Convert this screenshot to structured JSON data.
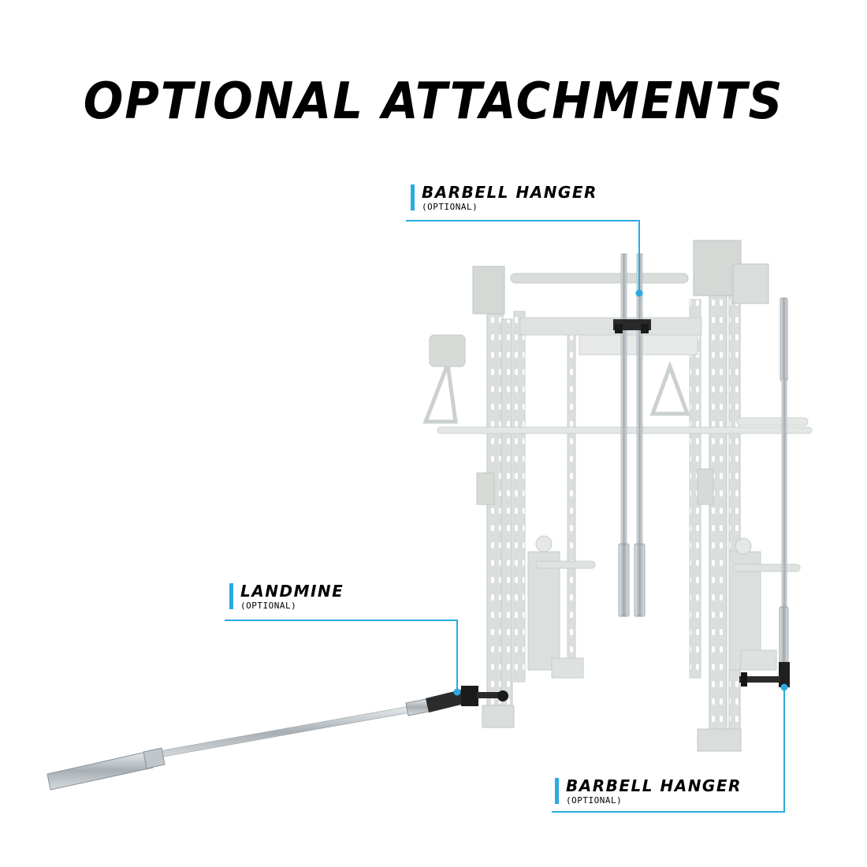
{
  "title": "OPTIONAL ATTACHMENTS",
  "callouts": {
    "top": {
      "name": "BARBELL HANGER",
      "note": "(OPTIONAL)"
    },
    "left": {
      "name": "LANDMINE",
      "note": "(OPTIONAL)"
    },
    "right": {
      "name": "BARBELL HANGER",
      "note": "(OPTIONAL)"
    }
  },
  "colors": {
    "accent": "#29abe2",
    "rack": "#bfc6c3",
    "steel": "#9ea4a8",
    "dark": "#1a1a1a"
  }
}
